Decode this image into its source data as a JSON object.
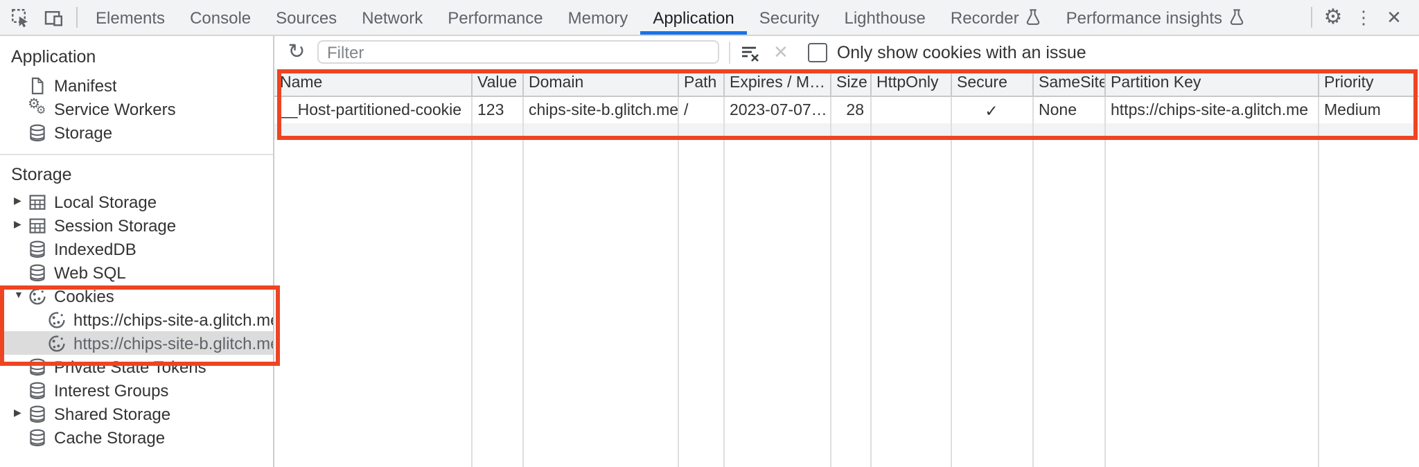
{
  "colors": {
    "highlight_box": "#ee4422",
    "active_tab_underline": "#1a73e8",
    "selected_row_background": "#dcdcdd",
    "header_background": "#f1f3f4"
  },
  "icons": {
    "refresh": "↻",
    "kebab": "⋮",
    "close": "✕",
    "gear": "⚙",
    "clear_x": "✕",
    "collapsed_arrow": "▶",
    "expanded_arrow": "▼"
  },
  "tabbar": {
    "tabs": [
      {
        "label": "Elements"
      },
      {
        "label": "Console"
      },
      {
        "label": "Sources"
      },
      {
        "label": "Network"
      },
      {
        "label": "Performance"
      },
      {
        "label": "Memory"
      },
      {
        "label": "Application",
        "active": true
      },
      {
        "label": "Security"
      },
      {
        "label": "Lighthouse"
      },
      {
        "label": "Recorder",
        "has_flask_icon": true
      },
      {
        "label": "Performance insights",
        "has_flask_icon": true
      }
    ]
  },
  "sidebar": {
    "sections": [
      {
        "title": "Application",
        "items": [
          {
            "label": "Manifest"
          },
          {
            "label": "Service Workers"
          },
          {
            "label": "Storage"
          }
        ]
      },
      {
        "title": "Storage",
        "items": [
          {
            "label": "Local Storage"
          },
          {
            "label": "Session Storage"
          },
          {
            "label": "IndexedDB"
          },
          {
            "label": "Web SQL"
          },
          {
            "label": "Cookies",
            "expanded": true
          },
          {
            "label": "https://chips-site-a.glitch.me"
          },
          {
            "label": "https://chips-site-b.glitch.me",
            "selected": true
          },
          {
            "label": "Private State Tokens"
          },
          {
            "label": "Interest Groups"
          },
          {
            "label": "Shared Storage"
          },
          {
            "label": "Cache Storage"
          }
        ]
      }
    ]
  },
  "toolbar": {
    "filter_placeholder": "Filter",
    "issue_checkbox_label": "Only show cookies with an issue",
    "issue_checkbox_checked": false
  },
  "cookie_table": {
    "columns": [
      "Name",
      "Value",
      "Domain",
      "Path",
      "Expires / M…",
      "Size",
      "HttpOnly",
      "Secure",
      "SameSite",
      "Partition Key",
      "Priority"
    ],
    "rows": [
      {
        "name": "__Host-partitioned-cookie",
        "value": "123",
        "domain": "chips-site-b.glitch.me",
        "path": "/",
        "expires_max_age": "2023-07-07…",
        "size": "28",
        "http_only": "",
        "secure": "✓",
        "same_site": "None",
        "partition_key": "https://chips-site-a.glitch.me",
        "priority": "Medium"
      }
    ]
  }
}
